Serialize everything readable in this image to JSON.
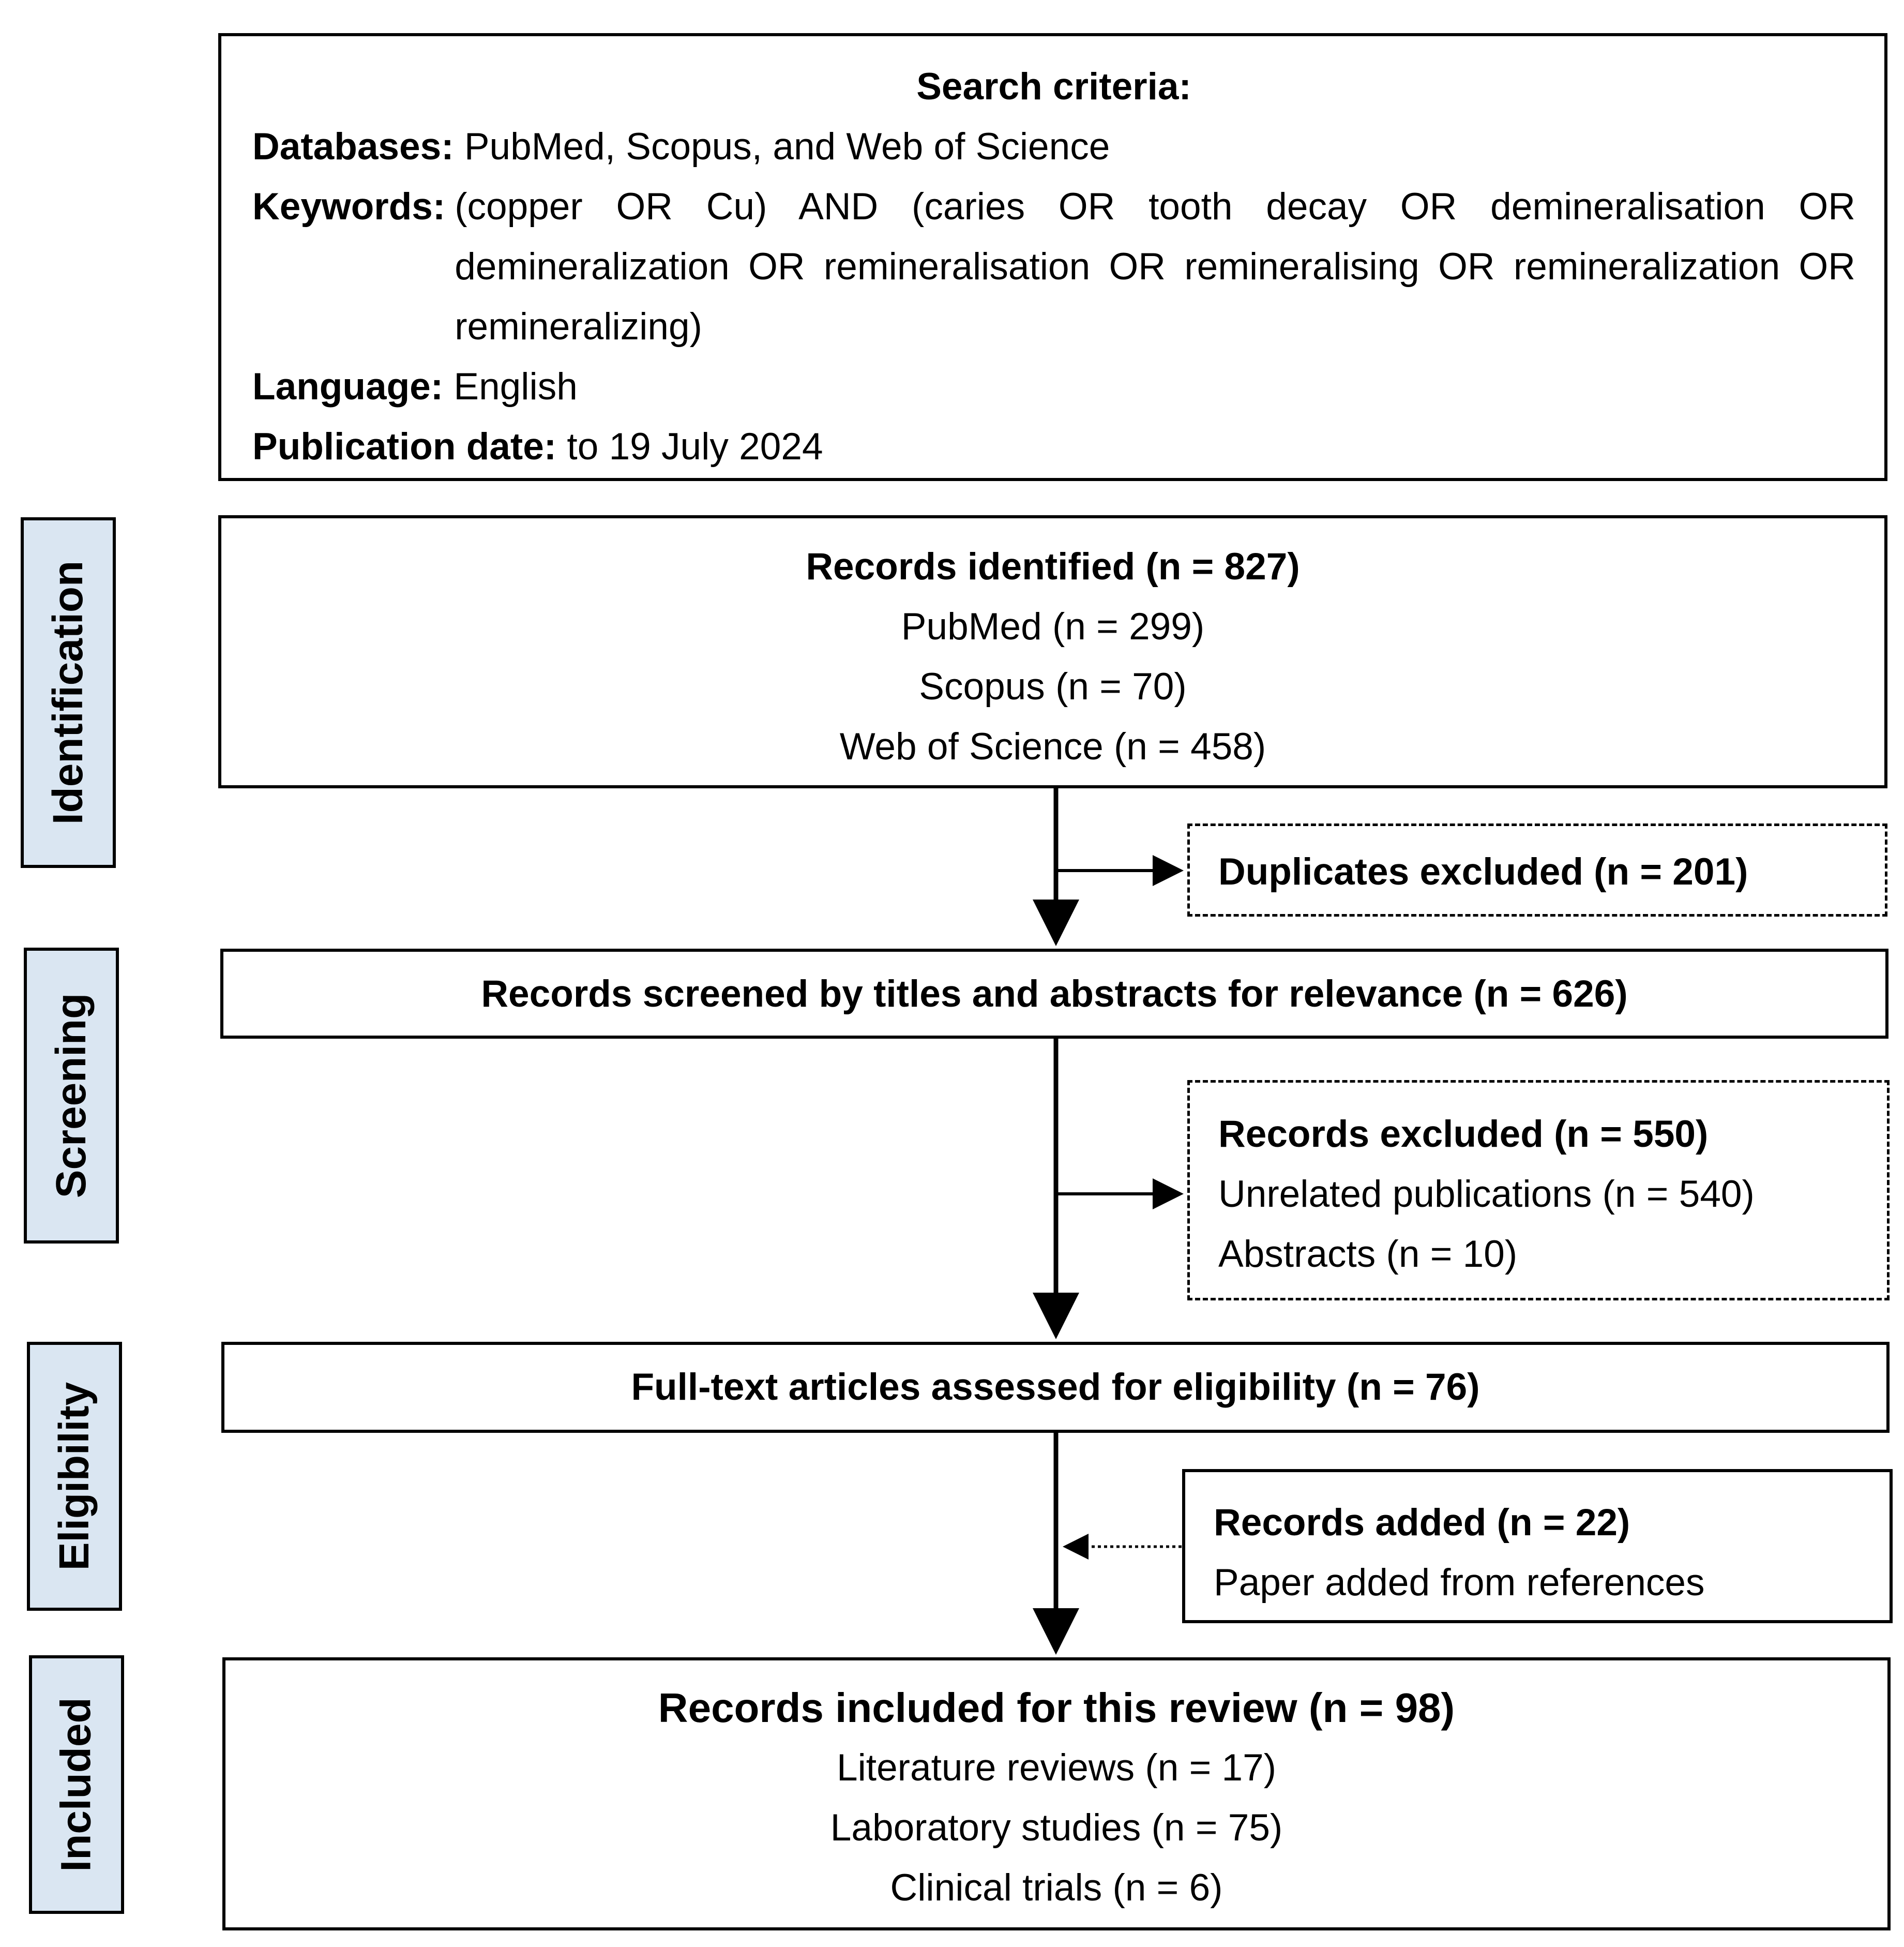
{
  "search": {
    "title": "Search criteria:",
    "databases_label": "Databases:",
    "databases_value": "PubMed, Scopus, and Web of Science",
    "keywords_label": "Keywords:",
    "keywords_value": "(copper OR Cu) AND (caries OR tooth decay OR demineralisation OR demineralization OR remineralisation OR remineralising OR remineralization OR remineralizing)",
    "language_label": "Language:",
    "language_value": "English",
    "date_label": "Publication date:",
    "date_value": "to 19 July 2024"
  },
  "stages": {
    "identification": "Identification",
    "screening": "Screening",
    "eligibility": "Eligibility",
    "included": "Included"
  },
  "identified": {
    "title": "Records identified (n = 827)",
    "items": [
      "PubMed (n = 299)",
      "Scopus (n = 70)",
      "Web of Science (n = 458)"
    ]
  },
  "duplicates": {
    "title": "Duplicates excluded (n = 201)"
  },
  "screened": {
    "title": "Records screened by titles and abstracts for relevance (n = 626)"
  },
  "excluded": {
    "title": "Records excluded (n = 550)",
    "items": [
      "Unrelated publications (n = 540)",
      "Abstracts (n = 10)"
    ]
  },
  "eligibility": {
    "title": "Full-text articles assessed for eligibility (n = 76)"
  },
  "added": {
    "title": "Records added (n = 22)",
    "note": "Paper added from references"
  },
  "included": {
    "title": "Records included for this review (n = 98)",
    "items": [
      "Literature reviews (n = 17)",
      "Laboratory studies (n = 75)",
      "Clinical trials (n = 6)"
    ]
  }
}
